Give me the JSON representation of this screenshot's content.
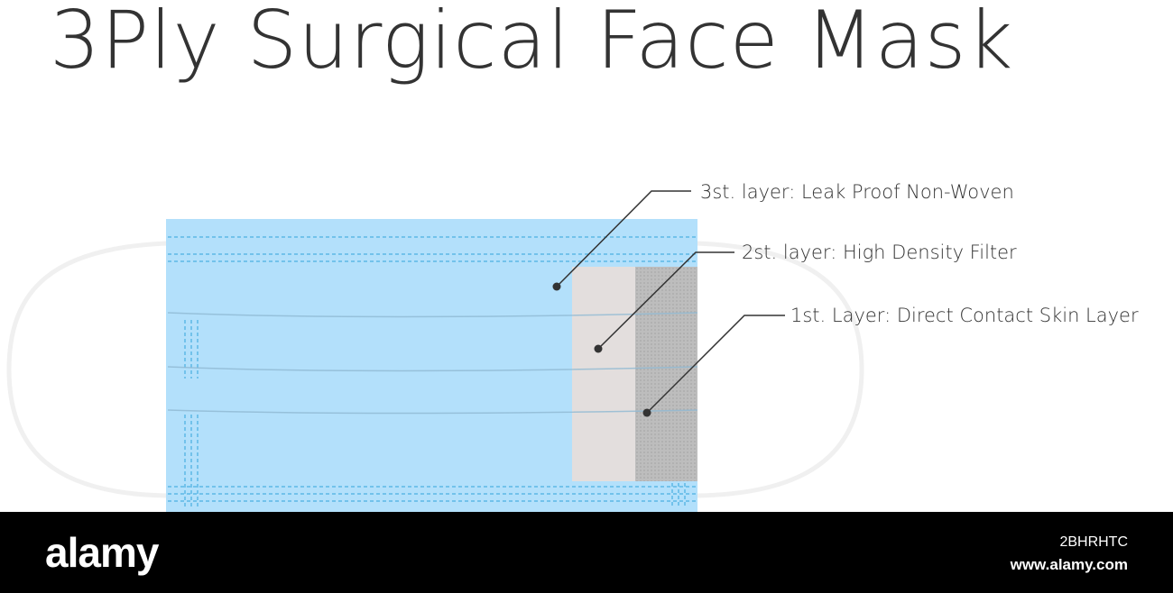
{
  "title": "3Ply Surgical Face Mask",
  "labels": {
    "layer3": "3st. layer: Leak Proof Non-Woven",
    "layer2": "2st. layer: High Density Filter",
    "layer1": "1st. Layer: Direct Contact Skin Layer"
  },
  "colors": {
    "mask_blue": "#b3e0fb",
    "stitch_blue": "#5cb8e6",
    "filter_layer": "#e3dedd",
    "skin_layer": "#bdbdbd",
    "ear_loop": "#f0f0f0",
    "text": "#333333"
  },
  "footer": {
    "logo": "alamy",
    "image_id": "2BHRHTC",
    "site": "www.alamy.com"
  }
}
